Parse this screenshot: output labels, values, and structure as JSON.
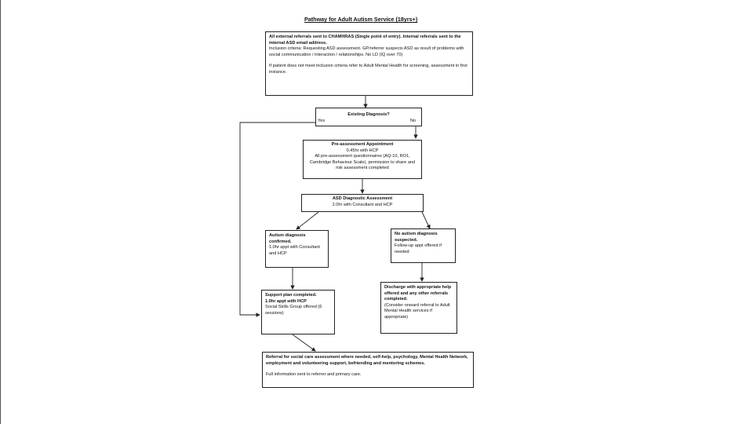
{
  "title": "Pathway for Adult Autism Service (18yrs+)",
  "referral": {
    "line1": "All external referrals sent to CHAMHRAS (Single point of entry). Internal referrals sent to the internal ASD email address.",
    "line2": "Inclusion criteria: Requesting ASD assessment. GP/referrer suspects ASD as result of problems with social communication / interaction / relationships. No LD (IQ over 70)",
    "line3": "If patient does not meet inclusion criteria refer to Adult Mental Health for screening, assessment in first instance."
  },
  "existing": {
    "question": "Existing Diagnosis?",
    "yes": "Yes",
    "no": "No"
  },
  "pre_assessment": {
    "heading": "Pre-assessment Appointment",
    "duration": "0.45hr with HCP",
    "details": "All pre-assessment questionnaires (AQ-10, RO1, Cambridge Behaviour Scale), permission to share and risk assessment completed"
  },
  "diagnostic": {
    "heading": "ASD Diagnostic Assessment",
    "duration": "2.0hr with Consultant and HCP"
  },
  "confirmed": {
    "heading": "Autism diagnosis confirmed.",
    "details": "1.0hr appt with Consultant and HCP"
  },
  "not_suspected": {
    "heading": "No autism diagnosis suspected.",
    "details": "Follow-up appt offered if needed"
  },
  "support": {
    "heading": "Support plan completed.",
    "appt": "1.0hr appt with HCP",
    "group": "Social Skills Group offered (6 sessions)"
  },
  "discharge": {
    "heading": "Discharge with appropriate help offered and any other referrals completed.",
    "details": "(Consider onward referral to Adult Mental Health services if appropriate)"
  },
  "final": {
    "line1": "Referral for social care assessment where needed, self-help, psychology, Mental Health Network, employment and volunteering support, befriending and mentoring schemes.",
    "line2": "Full information sent to referrer and primary care."
  }
}
